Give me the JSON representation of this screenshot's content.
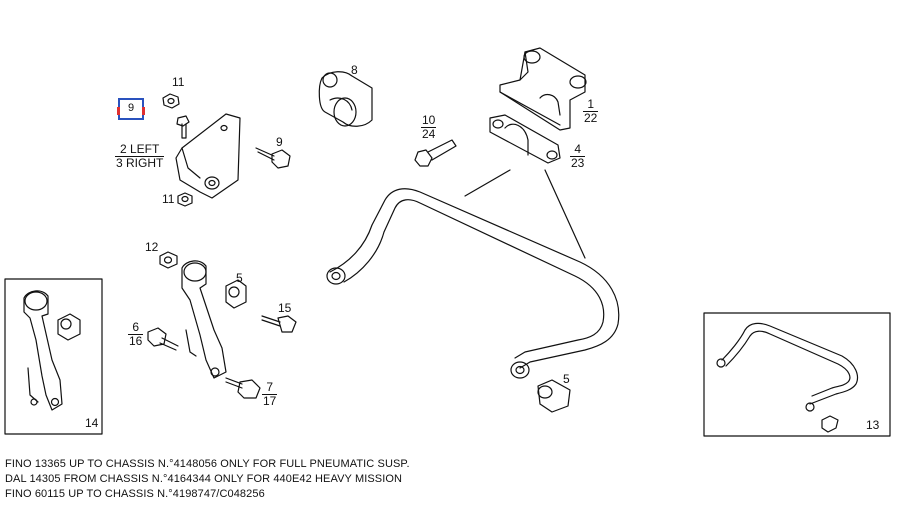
{
  "callouts": {
    "c11a": "11",
    "c11b": "11",
    "c8": "8",
    "c9": "9",
    "c12": "12",
    "c5a": "5",
    "c5b": "5",
    "c14": "14",
    "c13": "13",
    "c15": "15",
    "selected": "9"
  },
  "fractions": {
    "f1": {
      "num": "1",
      "den": "22"
    },
    "f4": {
      "num": "4",
      "den": "23"
    },
    "f10": {
      "num": "10",
      "den": "24"
    },
    "f2": {
      "num": "2 LEFT",
      "den": "3 RIGHT"
    },
    "f6": {
      "num": "6",
      "den": "16"
    },
    "f7": {
      "num": "7",
      "den": "17"
    }
  },
  "notes": [
    "FINO 13365 UP TO CHASSIS N.°4148056 ONLY FOR FULL PNEUMATIC SUSP.",
    "DAL 14305 FROM CHASSIS N.°4164344 ONLY FOR 440E42 HEAVY MISSION",
    "FINO 60115 UP TO CHASSIS N.°4198747/C048256"
  ]
}
